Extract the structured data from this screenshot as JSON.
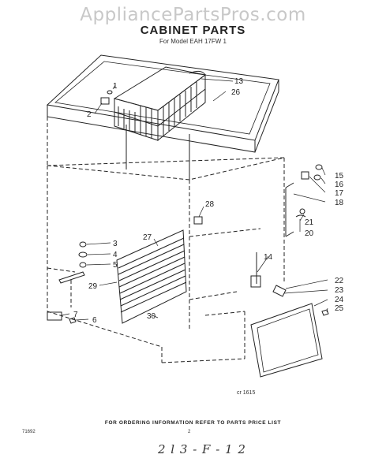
{
  "watermark": "AppliancePartsPros.com",
  "title": "CABINET PARTS",
  "subtitle": "For Model EAH 17FW 1",
  "ref_code": "cr 1615",
  "footer": "FOR ORDERING INFORMATION REFER TO PARTS PRICE LIST",
  "doc_number": "71692",
  "page_number": "2",
  "handwritten_note": "2 l 3 - F - 1 2",
  "callouts": [
    "1",
    "2",
    "3",
    "4",
    "5",
    "6",
    "7",
    "13",
    "14",
    "15",
    "16",
    "17",
    "18",
    "20",
    "21",
    "22",
    "23",
    "24",
    "25",
    "26",
    "27",
    "28",
    "29",
    "30"
  ]
}
